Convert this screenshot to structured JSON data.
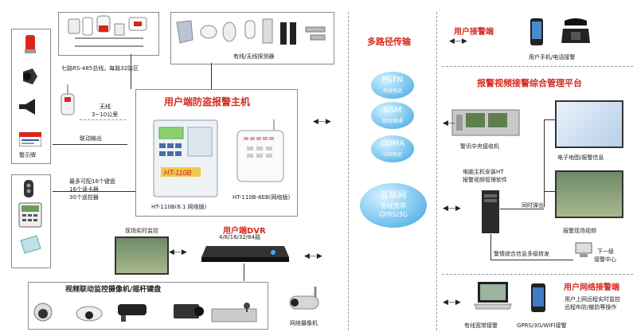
{
  "left": {
    "bus_label": "七路RS-485总线，每路32防区",
    "wireless_label": "无线",
    "wireless_range": "3~10公里",
    "linkage_output": "联动输出",
    "sign_label": "警示牌",
    "keypad_note": [
      "最多可配16个键盘",
      "16个读卡器",
      "30个遥控器"
    ]
  },
  "detectors": {
    "label": "有线/无线探测器"
  },
  "host": {
    "title": "用户端防盗报警主机",
    "device1_label": "HT-110B(6.1 网络版)",
    "device2_label": "HT-110B-6EB(网络版)"
  },
  "dvr": {
    "title": "用户端DVR",
    "channels": "4/8/16/32/64路",
    "live_label": "现场实时监控"
  },
  "cameras": {
    "title": "视频联动监控摄像机/摇杆键盘",
    "network_camera": "网络摄像机"
  },
  "transmission": {
    "title": "多路径传输",
    "clouds": [
      {
        "line1": "PSTN",
        "line2": "有线电话"
      },
      {
        "line1": "GSM",
        "line2": "移动/联通"
      },
      {
        "line1": "CDMA",
        "line2": "中国电信"
      },
      {
        "line1": "互联网",
        "line2": "有线宽带",
        "line3": "GPRS/3G"
      }
    ]
  },
  "right_top": {
    "title": "用户接警端",
    "device_label": "用户手机/电话接警"
  },
  "platform": {
    "title": "报警视频接警综合管理平台",
    "receiver_label": "警讯中央接收机",
    "software_line1": "电脑主机安装HT",
    "software_line2": "报警视频管理软件",
    "map_label": "电子地图/报警信息",
    "sync_label": "同时弹出",
    "video_label": "报警现场视频",
    "forward_label": "警情综合信息多级转发",
    "sub_center_line1": "下一级",
    "sub_center_line2": "接警中心"
  },
  "network_receiver": {
    "title": "用户网络接警端",
    "line1": "用户上网远程实时监控",
    "line2": "远程布防/撤防等操作",
    "laptop_label": "有线宽带接警",
    "phone_label": "GPRS/3G/WIFI接警"
  }
}
